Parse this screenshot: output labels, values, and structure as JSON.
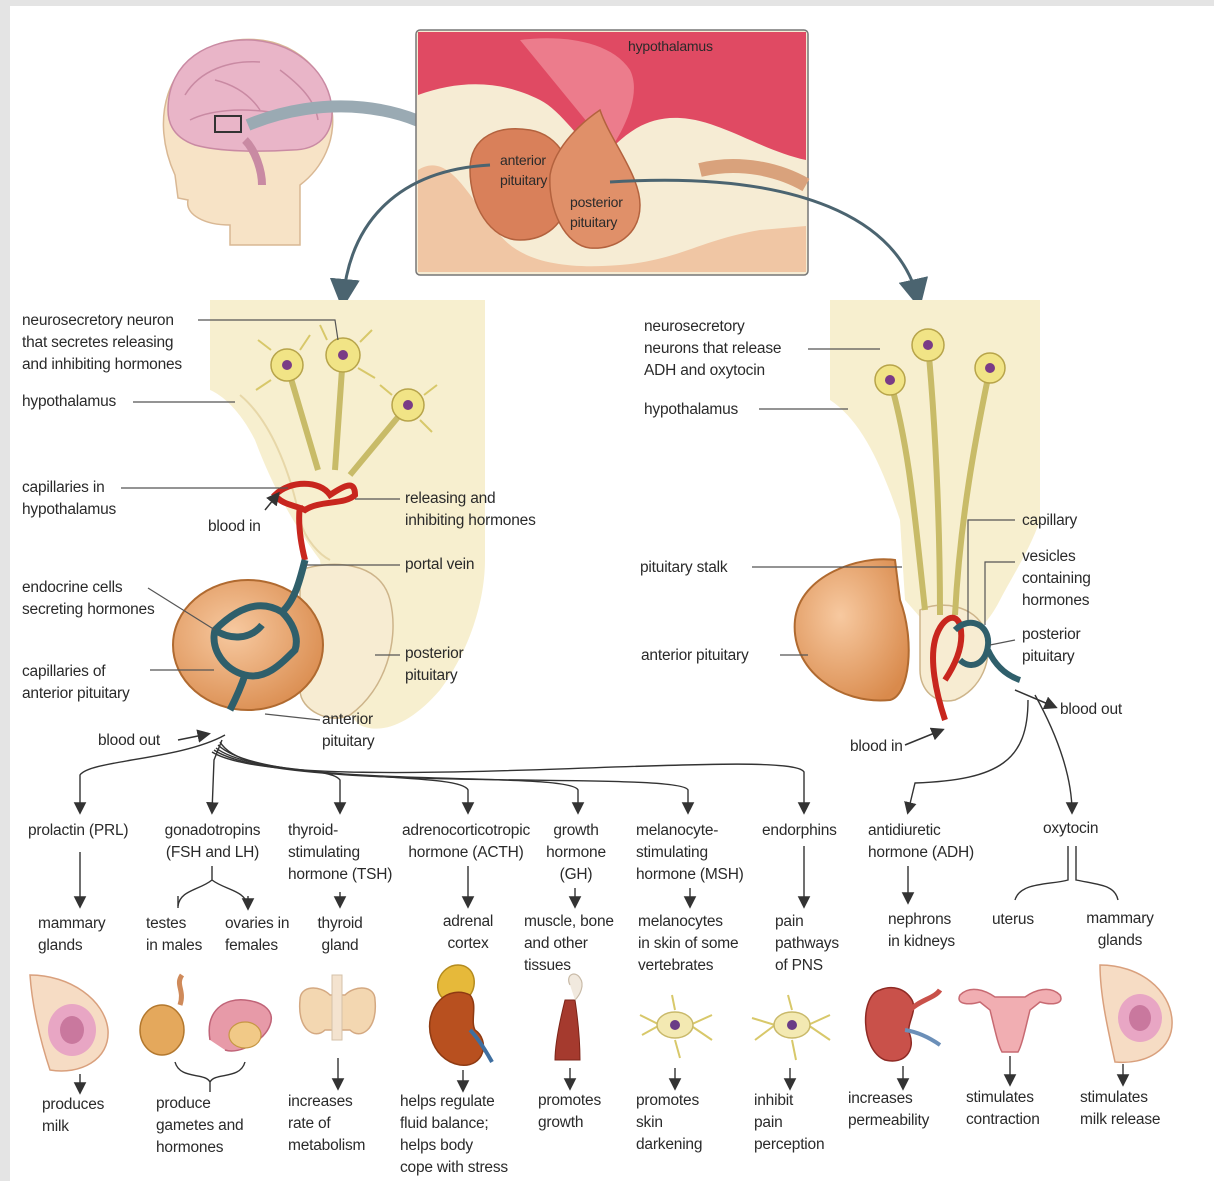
{
  "inset": {
    "hypothalamus": "hypothalamus",
    "anterior": "anterior\npituitary",
    "posterior": "posterior\npituitary"
  },
  "left": {
    "neuron": "neurosecretory neuron\nthat secretes releasing\nand inhibiting hormones",
    "hypothalamus": "hypothalamus",
    "capillaries_hypo": "capillaries in\nhypothalamus",
    "blood_in": "blood in",
    "releasing": "releasing and\ninhibiting hormones",
    "portal_vein": "portal vein",
    "endocrine": "endocrine cells\nsecreting hormones",
    "posterior": "posterior\npituitary",
    "cap_anterior": "capillaries of\nanterior pituitary",
    "anterior": "anterior\npituitary",
    "blood_out": "blood out"
  },
  "right": {
    "neurons": "neurosecretory\nneurons that release\nADH and oxytocin",
    "hypothalamus": "hypothalamus",
    "capillary": "capillary",
    "vesicles": "vesicles\ncontaining\nhormones",
    "stalk": "pituitary stalk",
    "anterior": "anterior pituitary",
    "posterior": "posterior\npituitary",
    "blood_out": "blood out",
    "blood_in": "blood in"
  },
  "hormones": [
    {
      "name": "prolactin (PRL)",
      "target": "mammary\nglands",
      "organ_icon": "mammary-gland-icon",
      "effect": "produces\nmilk"
    },
    {
      "name": "gonadotropins\n(FSH and LH)",
      "target_a": "testes\nin males",
      "target_b": "ovaries in\nfemales",
      "organ_icon": "gonads-icon",
      "effect": "produce\ngametes and\nhormones"
    },
    {
      "name": "thyroid-\nstimulating\nhormone (TSH)",
      "target": "thyroid\ngland",
      "organ_icon": "thyroid-icon",
      "effect": "increases\nrate of\nmetabolism"
    },
    {
      "name": "adrenocorticotropic\nhormone (ACTH)",
      "target": "adrenal\ncortex",
      "organ_icon": "adrenal-icon",
      "effect": "helps regulate\nfluid balance;\nhelps body\ncope with stress"
    },
    {
      "name": "growth\nhormone\n(GH)",
      "target": "muscle, bone\nand other\ntissues",
      "organ_icon": "bone-icon",
      "effect": "promotes\ngrowth"
    },
    {
      "name": "melanocyte-\nstimulating\nhormone (MSH)",
      "target": "melanocytes\nin skin of some\nvertebrates",
      "organ_icon": "melanocyte-icon",
      "effect": "promotes\nskin\ndarkening"
    },
    {
      "name": "endorphins",
      "target": "pain\npathways\nof PNS",
      "organ_icon": "neuron-icon",
      "effect": "inhibit\npain\nperception"
    },
    {
      "name": "antidiuretic\nhormone (ADH)",
      "target": "nephrons\nin kidneys",
      "organ_icon": "kidney-icon",
      "effect": "increases\npermeability"
    },
    {
      "name": "oxytocin",
      "target_a": "uterus",
      "target_b": "mammary\nglands",
      "organ_icon_a": "uterus-icon",
      "organ_icon_b": "mammary-gland-icon",
      "effect_a": "stimulates\ncontraction",
      "effect_b": "stimulates\nmilk release"
    }
  ],
  "colors": {
    "tissue": "#f6ecc9",
    "hypothalamus_red": "#e2526a",
    "pituitary": "#de8b5a",
    "artery": "#c8261e",
    "vein": "#2f5f6b",
    "neuron": "#efe08a"
  }
}
